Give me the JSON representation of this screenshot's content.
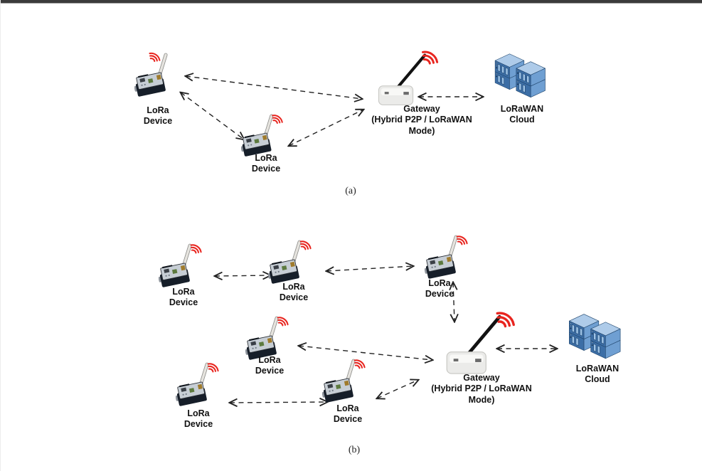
{
  "figure": {
    "description_colors": {
      "signal_red": "#e8251f",
      "arrow_black": "#222222",
      "server_blue_front": "#3c6ea6",
      "server_blue_top": "#aecbe9",
      "top_bar": "#3b3b3b"
    },
    "section_a": {
      "caption": "(a)",
      "nodes": {
        "device1": {
          "type": "lora-device",
          "label": "LoRa\nDevice"
        },
        "device2": {
          "type": "lora-device",
          "label": "LoRa\nDevice"
        },
        "gateway": {
          "type": "gateway",
          "label": "Gateway\n(Hybrid P2P / LoRaWAN\nMode)"
        },
        "cloud": {
          "type": "server-cluster",
          "label": "LoRaWAN\nCloud"
        }
      },
      "links": [
        {
          "from": "device1",
          "to": "gateway",
          "style": "dashed",
          "bidirectional": true
        },
        {
          "from": "device1",
          "to": "device2",
          "style": "dashed",
          "bidirectional": true
        },
        {
          "from": "device2",
          "to": "gateway",
          "style": "dashed",
          "bidirectional": true
        },
        {
          "from": "gateway",
          "to": "cloud",
          "style": "dashed",
          "bidirectional": true
        }
      ]
    },
    "section_b": {
      "caption": "(b)",
      "nodes": {
        "device1": {
          "type": "lora-device",
          "label": "LoRa\nDevice"
        },
        "device2": {
          "type": "lora-device",
          "label": "LoRa\nDevice"
        },
        "device3": {
          "type": "lora-device",
          "label": "LoRa\nDevice"
        },
        "device4": {
          "type": "lora-device",
          "label": "LoRa\nDevice"
        },
        "device5": {
          "type": "lora-device",
          "label": "LoRa\nDevice"
        },
        "device6": {
          "type": "lora-device",
          "label": "LoRa\nDevice"
        },
        "gateway": {
          "type": "gateway",
          "label": "Gateway\n(Hybrid P2P / LoRaWAN\nMode)"
        },
        "cloud": {
          "type": "server-cluster",
          "label": "LoRaWAN\nCloud"
        }
      },
      "links": [
        {
          "from": "device1",
          "to": "device2",
          "style": "dashed",
          "bidirectional": true
        },
        {
          "from": "device2",
          "to": "device3",
          "style": "dashed",
          "bidirectional": true
        },
        {
          "from": "device3",
          "to": "gateway",
          "style": "dashed",
          "bidirectional": true
        },
        {
          "from": "device4",
          "to": "gateway",
          "style": "dashed",
          "bidirectional": true
        },
        {
          "from": "device5",
          "to": "device6",
          "style": "dashed",
          "bidirectional": true
        },
        {
          "from": "device6",
          "to": "gateway",
          "style": "dashed",
          "bidirectional": true
        },
        {
          "from": "gateway",
          "to": "cloud",
          "style": "dashed",
          "bidirectional": true
        }
      ]
    }
  }
}
